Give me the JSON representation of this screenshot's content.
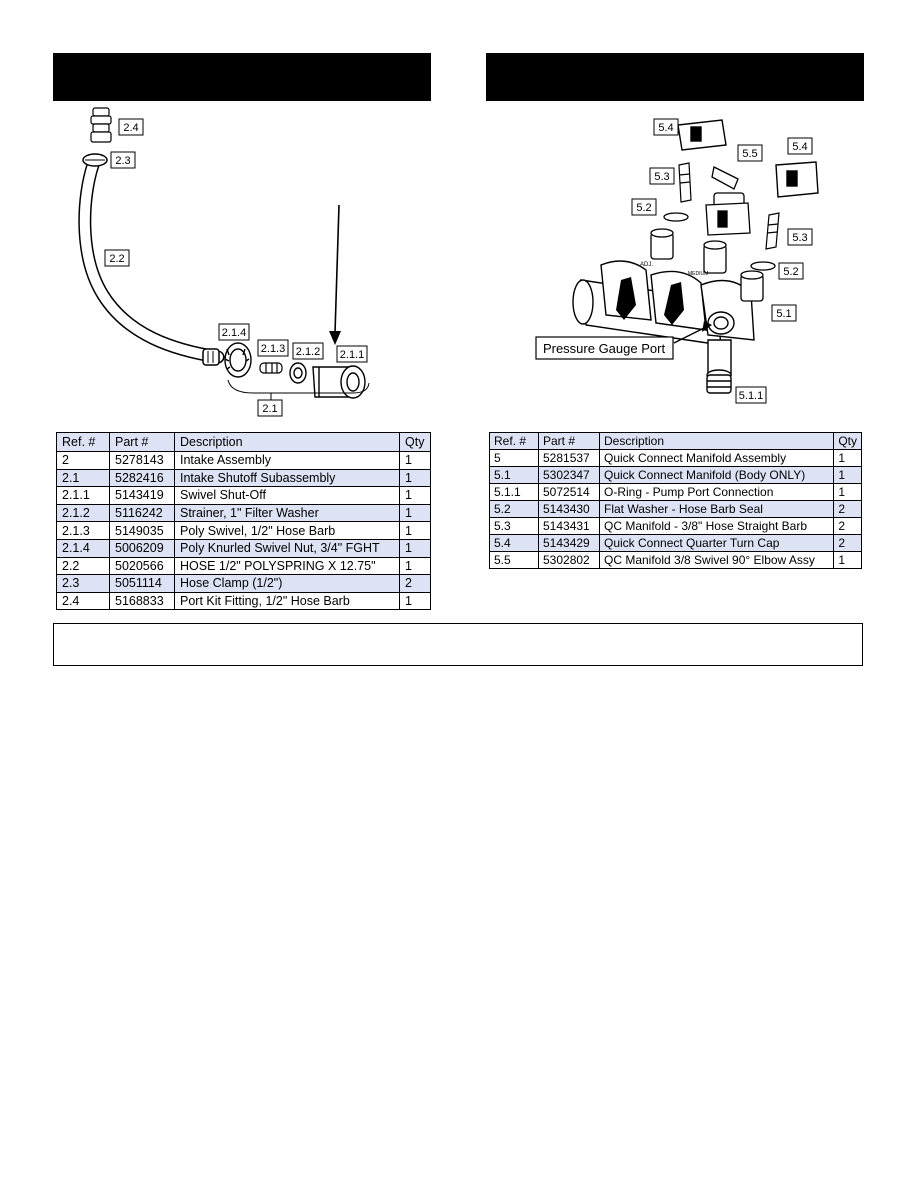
{
  "left": {
    "callouts": {
      "c24": "2.4",
      "c23": "2.3",
      "c22": "2.2",
      "c214": "2.1.4",
      "c213": "2.1.3",
      "c212": "2.1.2",
      "c211": "2.1.1",
      "c21": "2.1"
    },
    "table": {
      "headers": [
        "Ref. #",
        "Part #",
        "Description",
        "Qty"
      ],
      "rows": [
        {
          "ref": "2",
          "part": "5278143",
          "desc": "Intake Assembly",
          "qty": "1"
        },
        {
          "ref": "2.1",
          "part": "5282416",
          "desc": "Intake Shutoff Subassembly",
          "qty": "1"
        },
        {
          "ref": "2.1.1",
          "part": "5143419",
          "desc": "Swivel Shut-Off",
          "qty": "1"
        },
        {
          "ref": "2.1.2",
          "part": "5116242",
          "desc": "Strainer, 1\" Filter Washer",
          "qty": "1"
        },
        {
          "ref": "2.1.3",
          "part": "5149035",
          "desc": "Poly Swivel, 1/2\" Hose Barb",
          "qty": "1"
        },
        {
          "ref": "2.1.4",
          "part": "5006209",
          "desc": "Poly Knurled Swivel Nut, 3/4\" FGHT",
          "qty": "1"
        },
        {
          "ref": "2.2",
          "part": "5020566",
          "desc": "HOSE 1/2\" POLYSPRING X 12.75\"",
          "qty": "1"
        },
        {
          "ref": "2.3",
          "part": "5051114",
          "desc": "Hose Clamp (1/2\")",
          "qty": "2"
        },
        {
          "ref": "2.4",
          "part": "5168833",
          "desc": "Port Kit Fitting, 1/2\" Hose Barb",
          "qty": "1"
        }
      ]
    }
  },
  "right": {
    "callouts": {
      "c54a": "5.4",
      "c55": "5.5",
      "c54b": "5.4",
      "c53a": "5.3",
      "c52a": "5.2",
      "c53b": "5.3",
      "c52b": "5.2",
      "c51": "5.1",
      "c511": "5.1.1",
      "pressure_port": "Pressure Gauge Port",
      "valve_adj": "ADJ.",
      "valve_med": "MEDIUM"
    },
    "table": {
      "headers": [
        "Ref. #",
        "Part #",
        "Description",
        "Qty"
      ],
      "rows": [
        {
          "ref": "5",
          "part": "5281537",
          "desc": "Quick Connect Manifold Assembly",
          "qty": "1"
        },
        {
          "ref": "5.1",
          "part": "5302347",
          "desc": "Quick Connect Manifold (Body ONLY)",
          "qty": "1"
        },
        {
          "ref": "5.1.1",
          "part": "5072514",
          "desc": "O-Ring - Pump Port Connection",
          "qty": "1"
        },
        {
          "ref": "5.2",
          "part": "5143430",
          "desc": "Flat Washer - Hose Barb Seal",
          "qty": "2"
        },
        {
          "ref": "5.3",
          "part": "5143431",
          "desc": "QC Manifold - 3/8\" Hose Straight Barb",
          "qty": "2"
        },
        {
          "ref": "5.4",
          "part": "5143429",
          "desc": "Quick Connect Quarter Turn Cap",
          "qty": "2"
        },
        {
          "ref": "5.5",
          "part": "5302802",
          "desc": "QC Manifold 3/8 Swivel 90° Elbow Assy",
          "qty": "1"
        }
      ]
    }
  },
  "colors": {
    "header_bar": "#000000",
    "row_highlight": "#dde3f5"
  }
}
